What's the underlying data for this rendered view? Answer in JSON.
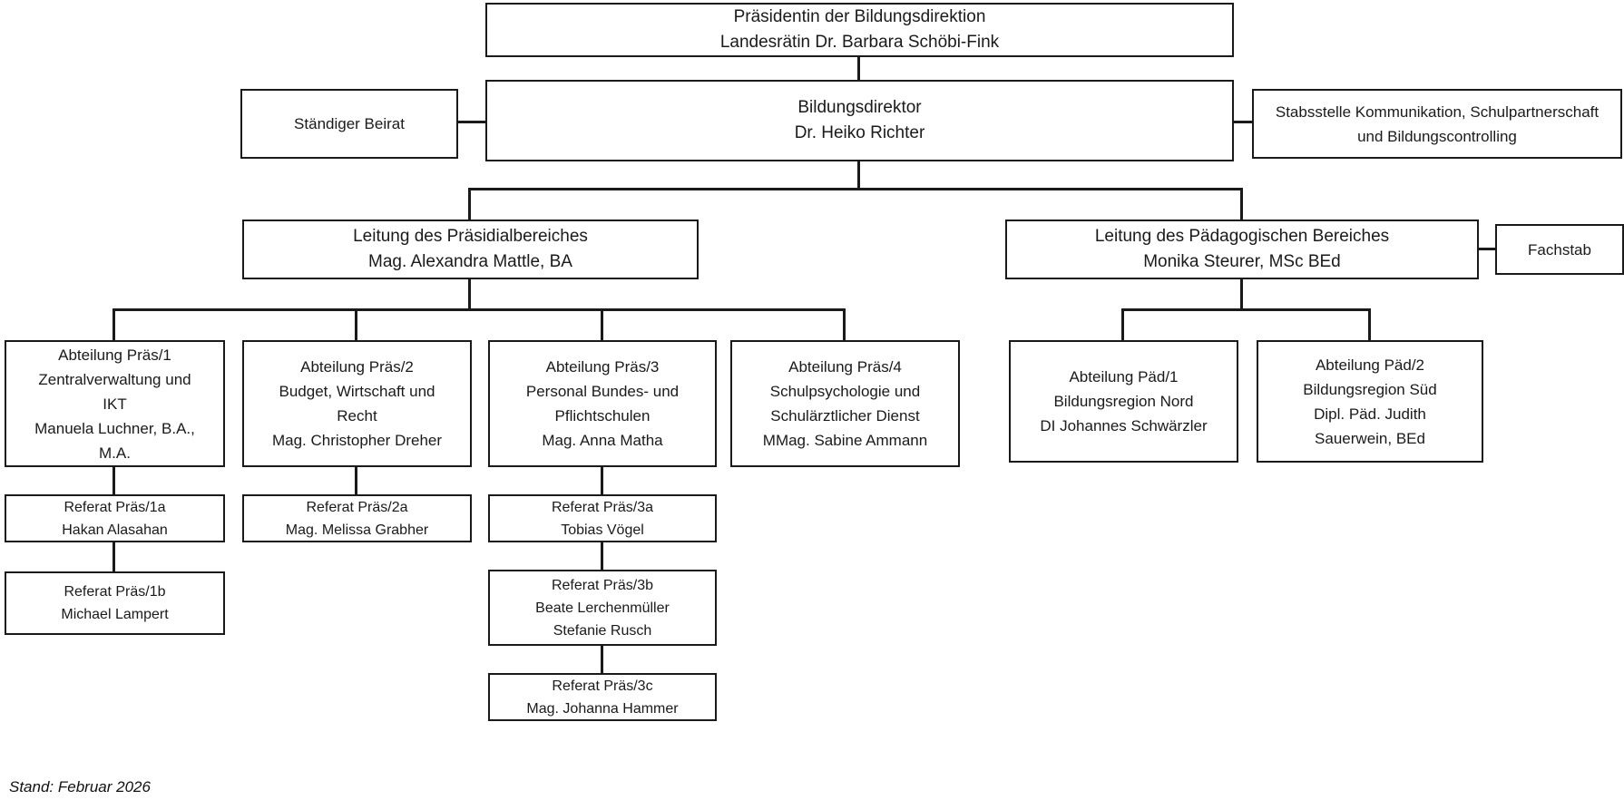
{
  "footnote": {
    "text": "Stand: Februar 2026"
  },
  "nodes": {
    "praesidentin": {
      "lines": [
        "Präsidentin der Bildungsdirektion",
        "Landesrätin Dr. Barbara Schöbi-Fink"
      ]
    },
    "staendiger_beirat": {
      "lines": [
        "Ständiger Beirat"
      ]
    },
    "bildungsdirektor": {
      "lines": [
        "Bildungsdirektor",
        "Dr. Heiko Richter"
      ]
    },
    "stabsstelle": {
      "lines": [
        "Stabsstelle Kommunikation, Schulpartnerschaft",
        "und Bildungscontrolling"
      ]
    },
    "leitung_praesidial": {
      "lines": [
        "Leitung des Präsidialbereiches",
        "Mag. Alexandra Mattle, BA"
      ]
    },
    "leitung_paedagogisch": {
      "lines": [
        "Leitung des Pädagogischen Bereiches",
        "Monika Steurer, MSc BEd"
      ]
    },
    "fachstab": {
      "lines": [
        "Fachstab"
      ]
    },
    "abteilung_praes_1": {
      "lines": [
        "Abteilung Präs/1",
        "Zentralverwaltung und",
        "IKT",
        "Manuela Luchner, B.A.,",
        "M.A."
      ]
    },
    "abteilung_praes_2": {
      "lines": [
        "Abteilung Präs/2",
        "Budget, Wirtschaft und",
        "Recht",
        "Mag. Christopher Dreher"
      ]
    },
    "abteilung_praes_3": {
      "lines": [
        "Abteilung Präs/3",
        "Personal Bundes- und",
        "Pflichtschulen",
        "Mag. Anna Matha"
      ]
    },
    "abteilung_praes_4": {
      "lines": [
        "Abteilung Präs/4",
        "Schulpsychologie und",
        "Schulärztlicher Dienst",
        "MMag. Sabine Ammann"
      ]
    },
    "abteilung_paed_1": {
      "lines": [
        "Abteilung Päd/1",
        "Bildungsregion Nord",
        "DI Johannes Schwärzler"
      ]
    },
    "abteilung_paed_2": {
      "lines": [
        "Abteilung Päd/2",
        "Bildungsregion Süd",
        "Dipl. Päd. Judith",
        "Sauerwein, BEd"
      ]
    },
    "referat_praes_1a": {
      "lines": [
        "Referat Präs/1a",
        "Hakan Alasahan"
      ]
    },
    "referat_praes_1b": {
      "lines": [
        "Referat Präs/1b",
        "Michael Lampert"
      ]
    },
    "referat_praes_2a": {
      "lines": [
        "Referat Präs/2a",
        "Mag. Melissa Grabher"
      ]
    },
    "referat_praes_3a": {
      "lines": [
        "Referat Präs/3a",
        "Tobias Vögel"
      ]
    },
    "referat_praes_3b": {
      "lines": [
        "Referat Präs/3b",
        "Beate Lerchenmüller",
        "Stefanie Rusch"
      ]
    },
    "referat_praes_3c": {
      "lines": [
        "Referat Präs/3c",
        "Mag. Johanna Hammer"
      ]
    }
  }
}
